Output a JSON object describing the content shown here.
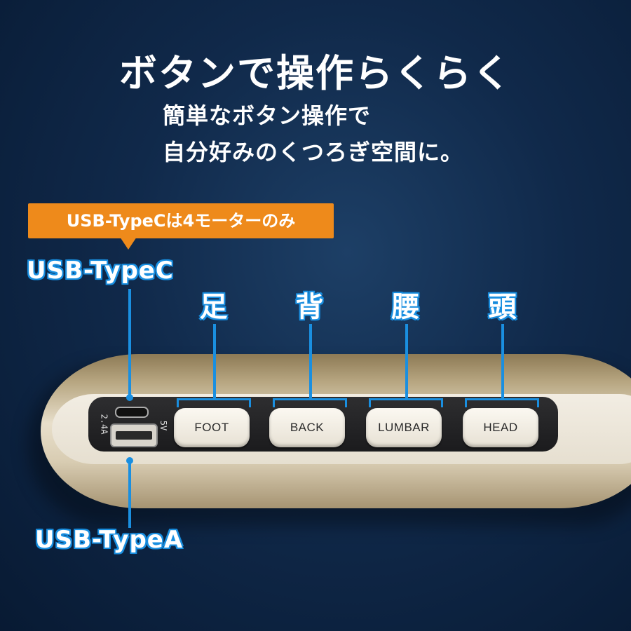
{
  "title": "ボタンで操作らくらく",
  "subtitle_lines": [
    "簡単なボタン操作で",
    "自分好みのくつろぎ空間に。"
  ],
  "badge": "USB-TypeCは4モーターのみ",
  "callouts": {
    "usb_c": "USB-TypeC",
    "usb_a": "USB-TypeA"
  },
  "button_kanji": [
    "足",
    "背",
    "腰",
    "頭"
  ],
  "buttons": [
    "FOOT",
    "BACK",
    "LUMBAR",
    "HEAD"
  ],
  "port_labels": {
    "current": "2.4A",
    "voltage": "5V"
  },
  "colors": {
    "accent": "#1a8fe0",
    "badge": "#ee8a1b",
    "background": "#0e2747"
  }
}
